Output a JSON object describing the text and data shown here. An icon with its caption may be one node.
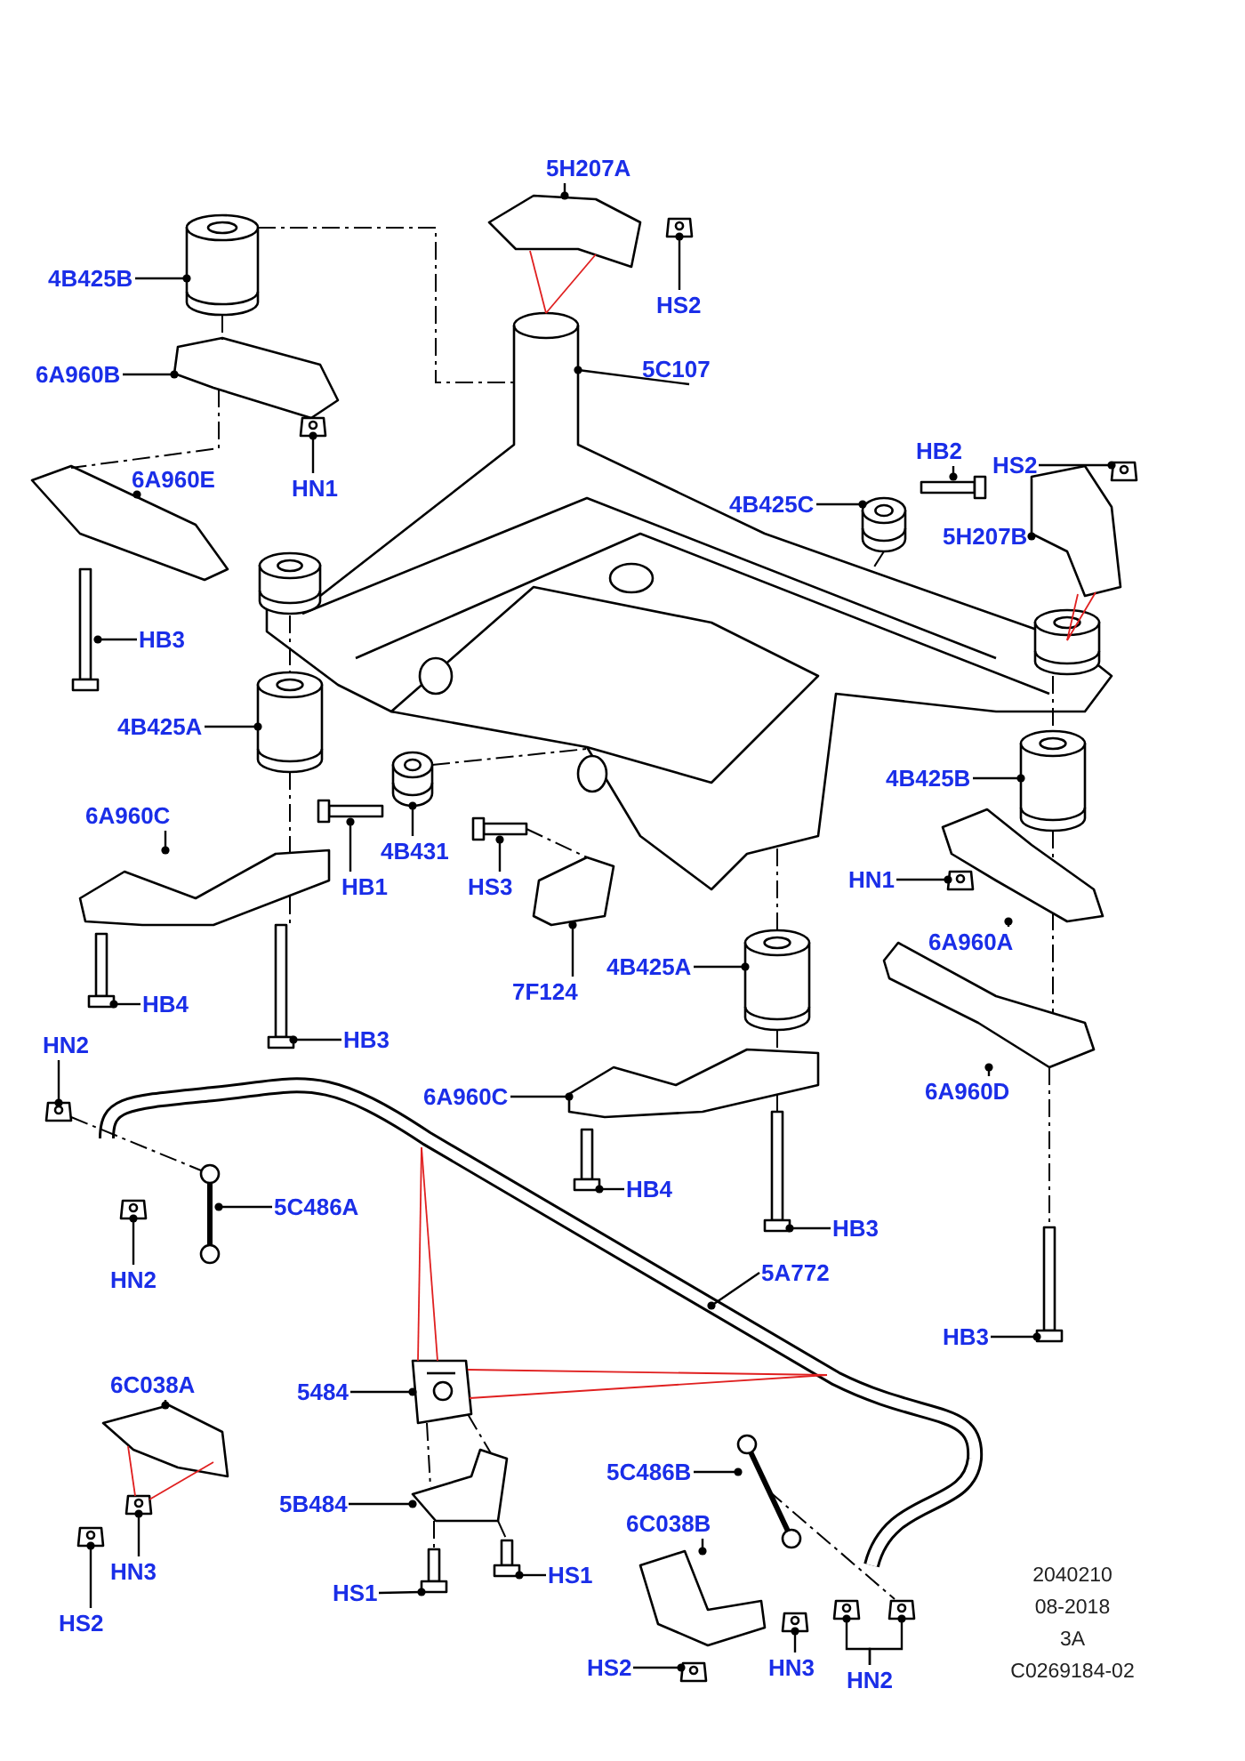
{
  "diagram": {
    "nodes": [
      {
        "text": [
          "5H207A"
        ]
      },
      {
        "text": [
          "4B425B"
        ]
      },
      {
        "text": [
          "HS2"
        ]
      },
      {
        "text": [
          "5C107"
        ]
      },
      {
        "text": [
          "6A960B"
        ]
      },
      {
        "text": [
          "HB2"
        ]
      },
      {
        "text": [
          "6A960E"
        ]
      },
      {
        "text": [
          "HN1"
        ]
      },
      {
        "text": [
          "HS2"
        ]
      },
      {
        "text": [
          "4B425C"
        ]
      },
      {
        "text": [
          "5H207B"
        ]
      },
      {
        "text": [
          "HB3"
        ]
      },
      {
        "text": [
          "4B425A"
        ]
      },
      {
        "text": [
          "4B425B"
        ]
      },
      {
        "text": [
          "6A960C"
        ]
      },
      {
        "text": [
          "HB1"
        ]
      },
      {
        "text": [
          "4B431"
        ]
      },
      {
        "text": [
          "HS3"
        ]
      },
      {
        "text": [
          "HN1"
        ]
      },
      {
        "text": [
          "6A960A"
        ]
      },
      {
        "text": [
          "7F124"
        ]
      },
      {
        "text": [
          "4B425A"
        ]
      },
      {
        "text": [
          "HB4"
        ]
      },
      {
        "text": [
          "HB3"
        ]
      },
      {
        "text": [
          "HN2"
        ]
      },
      {
        "text": [
          "6A960D"
        ]
      },
      {
        "text": [
          "6A960C"
        ]
      },
      {
        "text": [
          "5C486A"
        ]
      },
      {
        "text": [
          "HB4"
        ]
      },
      {
        "text": [
          "HB3"
        ]
      },
      {
        "text": [
          "HN2"
        ]
      },
      {
        "text": [
          "5A772"
        ]
      },
      {
        "text": [
          "HB3"
        ]
      },
      {
        "text": [
          "6C038A"
        ]
      },
      {
        "text": [
          "5484"
        ]
      },
      {
        "text": [
          "5C486B"
        ]
      },
      {
        "text": [
          "5B484"
        ]
      },
      {
        "text": [
          "6C038B"
        ]
      },
      {
        "text": [
          "HS1"
        ]
      },
      {
        "text": [
          "HN3"
        ]
      },
      {
        "text": [
          "HS1"
        ]
      },
      {
        "text": [
          "HS2"
        ]
      },
      {
        "text": [
          "HS2"
        ]
      },
      {
        "text": [
          "HN3"
        ]
      },
      {
        "text": [
          "HN2"
        ]
      },
      {
        "text": [],
        "shape": "picture"
      },
      {
        "text": [],
        "shape": "picture"
      },
      {
        "text": [],
        "shape": "picture"
      },
      {
        "text": [],
        "shape": "picture"
      },
      {
        "text": [],
        "shape": "picture"
      },
      {
        "text": [],
        "shape": "picture"
      },
      {
        "text": [],
        "shape": "picture"
      },
      {
        "text": [],
        "shape": "picture"
      },
      {
        "text": [],
        "shape": "picture"
      },
      {
        "text": [],
        "shape": "picture"
      },
      {
        "text": [],
        "shape": "picture"
      },
      {
        "text": [],
        "shape": "picture"
      },
      {
        "text": [],
        "shape": "picture"
      },
      {
        "text": [],
        "shape": "picture"
      },
      {
        "text": [],
        "shape": "picture"
      },
      {
        "text": [],
        "shape": "picture"
      },
      {
        "text": [],
        "shape": "picture"
      },
      {
        "text": [],
        "shape": "picture"
      },
      {
        "text": [],
        "shape": "picture"
      },
      {
        "text": [],
        "shape": "picture"
      },
      {
        "text": [],
        "shape": "picture"
      },
      {
        "text": [],
        "shape": "picture"
      },
      {
        "text": [],
        "shape": "picture"
      },
      {
        "text": [],
        "shape": "picture"
      },
      {
        "text": [],
        "shape": "picture"
      },
      {
        "text": [],
        "shape": "picture"
      },
      {
        "text": [],
        "shape": "picture"
      },
      {
        "text": [],
        "shape": "picture"
      },
      {
        "text": [],
        "shape": "picture"
      },
      {
        "text": [],
        "shape": "picture"
      },
      {
        "text": [],
        "shape": "picture"
      },
      {
        "text": [],
        "shape": "picture"
      },
      {
        "text": [],
        "shape": "picture"
      },
      {
        "text": [],
        "shape": "picture"
      },
      {
        "text": [],
        "shape": "picture"
      },
      {
        "text": [],
        "shape": "picture"
      },
      {
        "text": [],
        "shape": "picture"
      },
      {
        "text": [],
        "shape": "picture"
      },
      {
        "text": [],
        "shape": "picture"
      },
      {
        "text": [],
        "shape": "picture"
      },
      {
        "text": [],
        "shape": "picture"
      },
      {
        "text": [],
        "shape": "picture"
      },
      {
        "text": [],
        "shape": "picture"
      },
      {
        "text": [],
        "shape": "picture"
      },
      {
        "text": [],
        "shape": "picture"
      }
    ],
    "edges": [
      {
        "from": 0,
        "to": 45,
        "arrow": "other"
      },
      {
        "from": 1,
        "to": 46,
        "arrow": "other"
      },
      {
        "from": 2,
        "to": 47,
        "arrow": "other"
      },
      {
        "from": 3,
        "to": 48,
        "arrow": "other"
      },
      {
        "from": 4,
        "to": 49,
        "arrow": "other"
      },
      {
        "from": 5,
        "to": 50,
        "arrow": "other"
      },
      {
        "from": 6,
        "to": 51,
        "arrow": "other"
      },
      {
        "from": 7,
        "to": 52,
        "arrow": "other"
      },
      {
        "from": 8,
        "to": 53,
        "arrow": "other"
      },
      {
        "from": 9,
        "to": 54,
        "arrow": "other"
      },
      {
        "from": 10,
        "to": 55,
        "arrow": "other"
      },
      {
        "from": 11,
        "to": 56,
        "arrow": "other"
      },
      {
        "from": 12,
        "to": 57,
        "arrow": "other"
      },
      {
        "from": 13,
        "to": 58,
        "arrow": "other"
      },
      {
        "from": 14,
        "to": 59,
        "arrow": "other"
      },
      {
        "from": 15,
        "to": 60,
        "arrow": "other"
      },
      {
        "from": 16,
        "to": 61,
        "arrow": "other"
      },
      {
        "from": 17,
        "to": 62,
        "arrow": "other"
      },
      {
        "from": 18,
        "to": 63,
        "arrow": "other"
      },
      {
        "from": 19,
        "to": 64,
        "arrow": "other"
      },
      {
        "from": 20,
        "to": 65,
        "arrow": "other"
      },
      {
        "from": 21,
        "to": 66,
        "arrow": "other"
      },
      {
        "from": 22,
        "to": 67,
        "arrow": "other"
      },
      {
        "from": 23,
        "to": 68,
        "arrow": "other"
      },
      {
        "from": 24,
        "to": 69,
        "arrow": "other"
      },
      {
        "from": 25,
        "to": 70,
        "arrow": "other"
      },
      {
        "from": 26,
        "to": 71,
        "arrow": "other"
      },
      {
        "from": 27,
        "to": 72,
        "arrow": "other"
      },
      {
        "from": 28,
        "to": 73,
        "arrow": "other"
      },
      {
        "from": 29,
        "to": 74,
        "arrow": "other"
      },
      {
        "from": 30,
        "to": 75,
        "arrow": "other"
      },
      {
        "from": 31,
        "to": null,
        "arrow": "other"
      },
      {
        "from": 32,
        "to": 76,
        "arrow": "other"
      },
      {
        "from": 33,
        "to": 77,
        "arrow": "other"
      },
      {
        "from": 34,
        "to": 78,
        "arrow": "other"
      },
      {
        "from": 35,
        "to": 79,
        "arrow": "other"
      },
      {
        "from": 36,
        "to": 80,
        "arrow": "other"
      },
      {
        "from": 37,
        "to": 81,
        "arrow": "other"
      },
      {
        "from": 38,
        "to": 82,
        "arrow": "other"
      },
      {
        "from": 39,
        "to": 83,
        "arrow": "other"
      },
      {
        "from": 40,
        "to": 84,
        "arrow": "other"
      },
      {
        "from": 41,
        "to": 85,
        "arrow": "other"
      },
      {
        "from": 42,
        "to": 86,
        "arrow": "other"
      },
      {
        "from": 43,
        "to": 87,
        "arrow": "other"
      },
      {
        "from": 44,
        "to": 88,
        "arrow": "other"
      },
      {
        "from": 44,
        "to": 89,
        "arrow": "other"
      },
      {
        "from": 46,
        "to": 48,
        "arrow": "none",
        "style": "dashed"
      },
      {
        "from": 46,
        "to": 49,
        "arrow": "none",
        "style": "dashed"
      },
      {
        "from": 49,
        "to": 51,
        "arrow": "none",
        "style": "dashed"
      },
      {
        "from": 48,
        "to": 57,
        "arrow": "none",
        "style": "dashed"
      },
      {
        "from": 57,
        "to": 59,
        "arrow": "none",
        "style": "dashed"
      },
      {
        "from": 59,
        "to": 68,
        "arrow": "none",
        "style": "dashed"
      },
      {
        "from": 48,
        "to": 58,
        "arrow": "none",
        "style": "dashed"
      },
      {
        "from": 58,
        "to": 64,
        "arrow": "none",
        "style": "dashed"
      },
      {
        "from": 64,
        "to": 70,
        "arrow": "none",
        "style": "dashed"
      },
      {
        "from": 70,
        "to": 76,
        "arrow": "none",
        "style": "dashed"
      },
      {
        "from": 48,
        "to": 66,
        "arrow": "none",
        "style": "dashed"
      },
      {
        "from": 66,
        "to": 71,
        "arrow": "none",
        "style": "dashed"
      },
      {
        "from": 71,
        "to": 74,
        "arrow": "none",
        "style": "dashed"
      },
      {
        "from": 61,
        "to": 48,
        "arrow": "none",
        "style": "dashed"
      },
      {
        "from": 62,
        "to": 65,
        "arrow": "none",
        "style": "dashed"
      },
      {
        "from": 54,
        "to": 48,
        "arrow": "none",
        "style": "dashed"
      },
      {
        "from": 69,
        "to": 72,
        "arrow": "none",
        "style": "dashed"
      },
      {
        "from": 79,
        "to": 89,
        "arrow": "none",
        "style": "dashed"
      },
      {
        "from": 78,
        "to": 80,
        "arrow": "none",
        "style": "dashed"
      },
      {
        "from": 78,
        "to": 80,
        "arrow": "none",
        "style": "dashed"
      },
      {
        "from": 80,
        "to": 84,
        "arrow": "none",
        "style": "dashed"
      },
      {
        "from": 80,
        "to": 82,
        "arrow": "none",
        "style": "dashed"
      },
      {
        "from": 45,
        "to": 48,
        "arrow": "none",
        "color": "#e02020"
      },
      {
        "from": 45,
        "to": 48,
        "arrow": "none",
        "color": "#e02020"
      },
      {
        "from": 55,
        "to": 48,
        "arrow": "none",
        "color": "#e02020"
      },
      {
        "from": 55,
        "to": 48,
        "arrow": "none",
        "color": "#e02020"
      },
      {
        "from": 78,
        "to": null,
        "arrow": "none",
        "color": "#e02020"
      },
      {
        "from": 78,
        "to": null,
        "arrow": "none",
        "color": "#e02020"
      },
      {
        "from": 78,
        "to": null,
        "arrow": "none",
        "color": "#e02020"
      },
      {
        "from": 78,
        "to": null,
        "arrow": "none",
        "color": "#e02020"
      },
      {
        "from": 77,
        "to": 83,
        "arrow": "none",
        "color": "#e02020"
      },
      {
        "from": 77,
        "to": 83,
        "arrow": "none",
        "color": "#e02020"
      }
    ],
    "labels": [
      "2040210",
      "08-2018",
      "3A",
      "C0269184-02"
    ]
  }
}
